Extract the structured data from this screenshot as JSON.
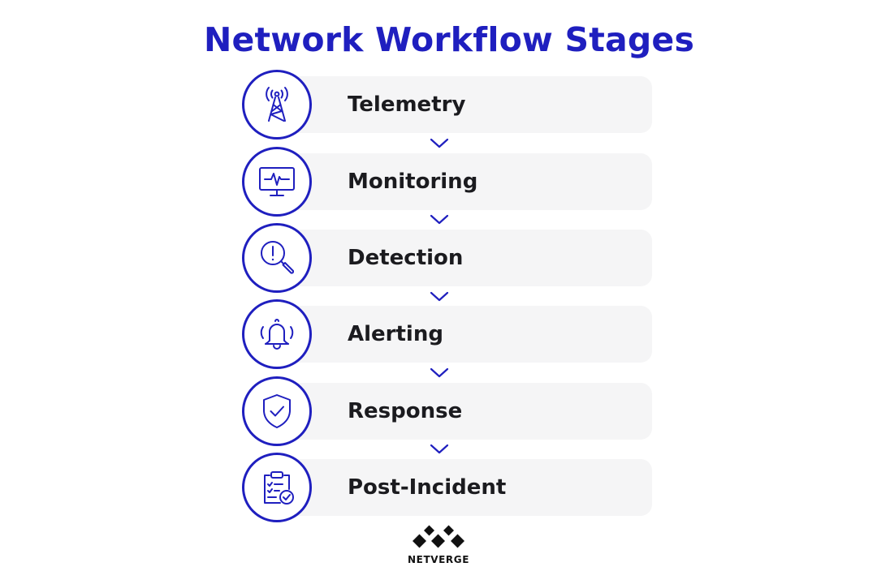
{
  "title": "Network Workflow Stages",
  "stages": [
    {
      "label": "Telemetry",
      "icon": "cell-tower-icon"
    },
    {
      "label": "Monitoring",
      "icon": "monitor-pulse-icon"
    },
    {
      "label": "Detection",
      "icon": "magnifier-alert-icon"
    },
    {
      "label": "Alerting",
      "icon": "bell-icon"
    },
    {
      "label": "Response",
      "icon": "shield-check-icon"
    },
    {
      "label": "Post-Incident",
      "icon": "clipboard-check-icon"
    }
  ],
  "connector_icon": "chevron-down-icon",
  "brand": {
    "name": "NETVERGE",
    "logo_icon": "diamond-cluster-logo-icon"
  },
  "colors": {
    "accent": "#1f1fbf",
    "stage_background": "#f5f5f6",
    "label_text": "#1b1b1f",
    "logo": "#111111"
  }
}
